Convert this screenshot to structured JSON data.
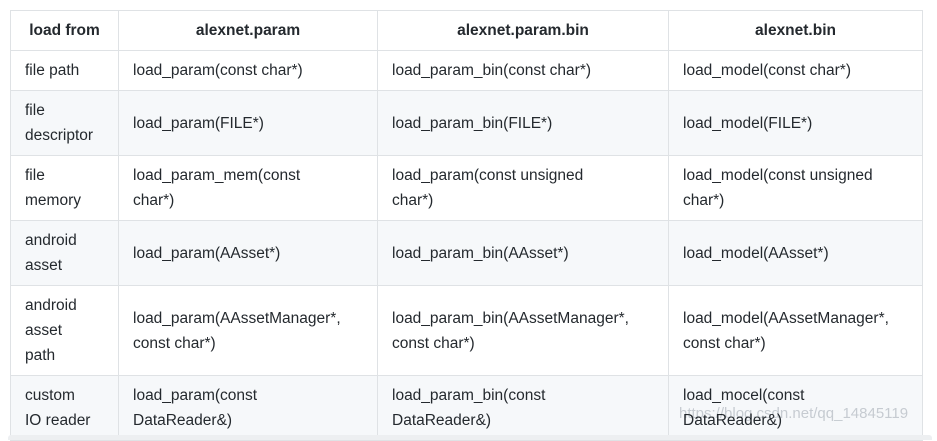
{
  "table": {
    "headers": [
      "load from",
      "alexnet.param",
      "alexnet.param.bin",
      "alexnet.bin"
    ],
    "rows": [
      {
        "label": "file path",
        "cells": [
          "load_param(const char*)",
          "load_param_bin(const char*)",
          "load_model(const char*)"
        ]
      },
      {
        "label": "file\ndescriptor",
        "cells": [
          "load_param(FILE*)",
          "load_param_bin(FILE*)",
          "load_model(FILE*)"
        ]
      },
      {
        "label": "file\nmemory",
        "cells": [
          "load_param_mem(const\nchar*)",
          "load_param(const unsigned\nchar*)",
          "load_model(const unsigned\nchar*)"
        ]
      },
      {
        "label": "android\nasset",
        "cells": [
          "load_param(AAsset*)",
          "load_param_bin(AAsset*)",
          "load_model(AAsset*)"
        ]
      },
      {
        "label": "android\nasset\npath",
        "cells": [
          "load_param(AAssetManager*,\nconst char*)",
          "load_param_bin(AAssetManager*,\nconst char*)",
          "load_model(AAssetManager*,\nconst char*)"
        ]
      },
      {
        "label": "custom\nIO reader",
        "cells": [
          "load_param(const\nDataReader&)",
          "load_param_bin(const\nDataReader&)",
          "load_mocel(const\nDataReader&)"
        ]
      }
    ]
  },
  "watermark": {
    "text": "https://blog.csdn.net/qq_14845119"
  },
  "colors": {
    "border": "#dfe2e5",
    "alt_row_bg": "#f6f8fa",
    "text": "#24292e",
    "watermark": "#b9bec5"
  }
}
